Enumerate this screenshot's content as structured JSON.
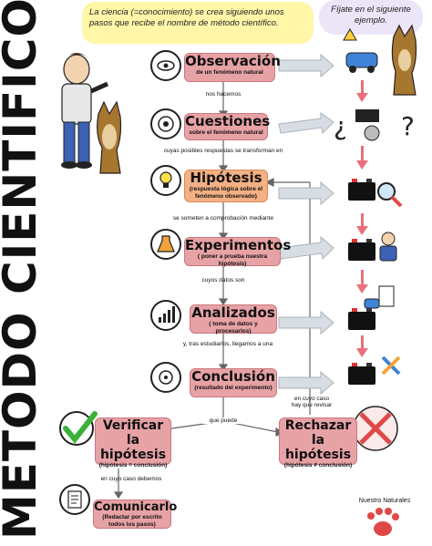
{
  "title": "MÉTODO CIENTÍFICO",
  "intro_bubble": "La ciencia (=conocimiento) se crea siguiendo unos pasos que recibe el nombre de método científico.",
  "example_bubble": "Fíjate en el siguiente ejemplo.",
  "steps": [
    {
      "title": "Observación",
      "subtitle": "de un fenómeno natural"
    },
    {
      "title": "Cuestiones",
      "subtitle": "sobre el fenómeno natural"
    },
    {
      "title": "Hipótesis",
      "subtitle": "(respuesta lógica sobre el fenómeno observado)"
    },
    {
      "title": "Experimentos",
      "subtitle": "( poner a prueba nuestra hipótesis)"
    },
    {
      "title": "Analizados",
      "subtitle": "( toma de datos y procesarlos)"
    },
    {
      "title": "Conclusión",
      "subtitle": "(resultado del experimento)"
    }
  ],
  "connectors": [
    "nos hacemos",
    "cuyas posibles respuestas se transforman en",
    "se someten a comprobación mediante",
    "cuyos datos son",
    "y, tras estudiarlos, llegamos a una",
    "que puede"
  ],
  "verify": {
    "title": "Verificar la hipótesis",
    "subtitle": "(hipótesis = conclusión)"
  },
  "reject": {
    "title": "Rechazar la hipótesis",
    "subtitle": "(hipótesis ≠ conclusión)"
  },
  "verify_connector": "en cuyo caso debemos",
  "reject_connector": "en cuyo caso hay que revisar",
  "communicate": {
    "title": "Comunicarlo",
    "subtitle": "(Redactar por escrito todos los pasos)"
  },
  "logo_text": "Nuestro Naturales",
  "colors": {
    "step_pink": "#e7a2a6",
    "step_orange": "#f3b184",
    "arrow_pink": "#e9707a",
    "bubble_yellow": "#fff6a8",
    "bubble_lilac": "#ece4f7"
  }
}
